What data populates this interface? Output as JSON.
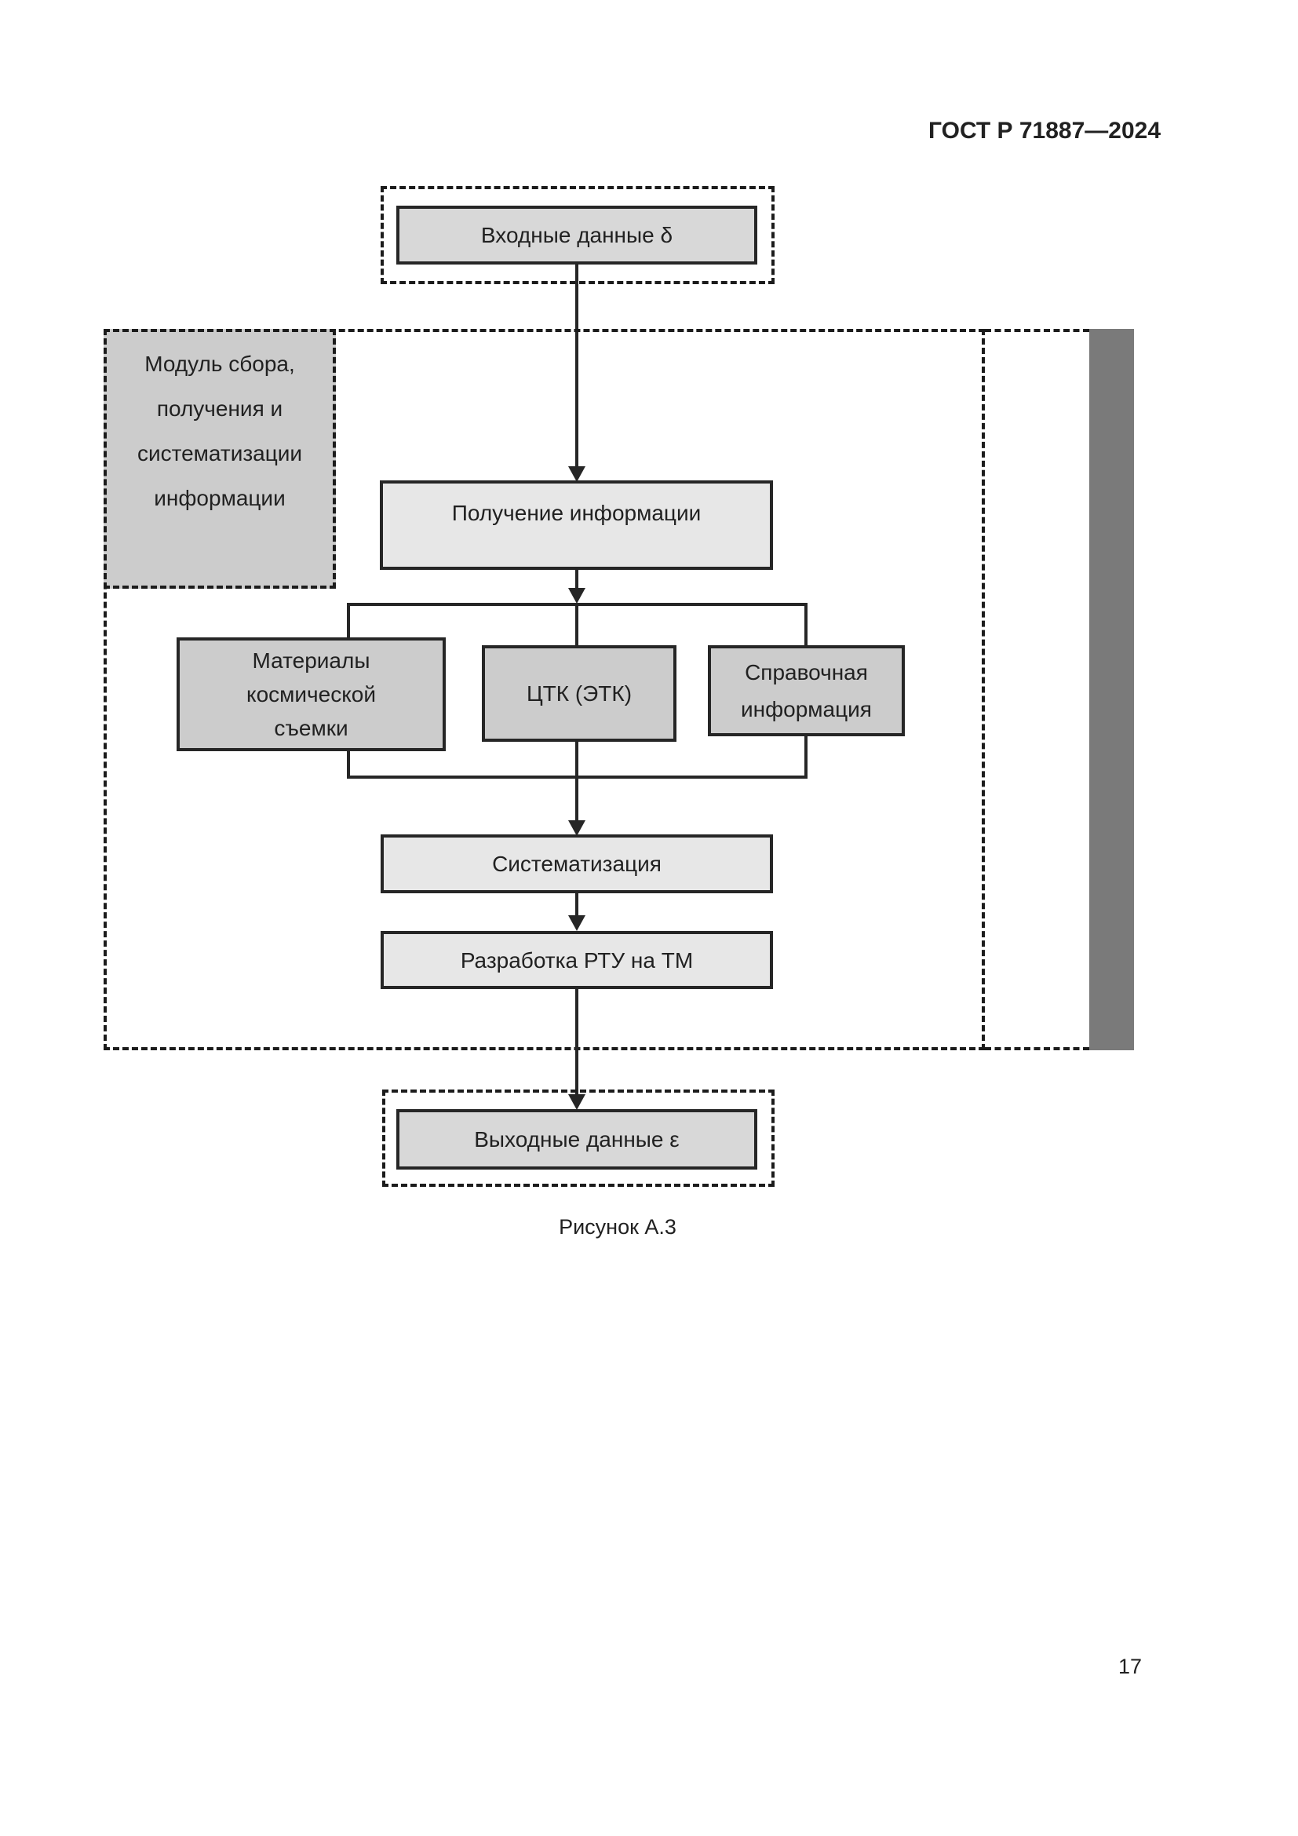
{
  "header": {
    "doc_number": "ГОСТ Р 71887—2024"
  },
  "diagram": {
    "input_box": {
      "label": "Входные данные δ"
    },
    "module_box": {
      "lines": [
        "Модуль сбора,",
        "получения и",
        "систематизации",
        "информации"
      ]
    },
    "receive_box": {
      "label": "Получение информации"
    },
    "source_boxes": {
      "left": {
        "lines": [
          "Материалы",
          "космической",
          "съемки"
        ]
      },
      "middle": {
        "lines": [
          "ЦТК (ЭТК)"
        ]
      },
      "right": {
        "lines": [
          "Справочная",
          "информация"
        ]
      }
    },
    "systematization_box": {
      "label": "Систематизация"
    },
    "development_box": {
      "label": "Разработка РТУ на ТМ"
    },
    "output_box": {
      "label": "Выходные данные ε"
    }
  },
  "caption": "Рисунок А.3",
  "page_number": "17",
  "colors": {
    "line": "#262626",
    "dash": "#1c1c1c",
    "fill_source": "#cccccc",
    "fill_process": "#e7e7e7",
    "fill_io": "#d8d8d8",
    "bar": "#7a7a7a",
    "text": "#212121",
    "page_bg": "#ffffff"
  }
}
